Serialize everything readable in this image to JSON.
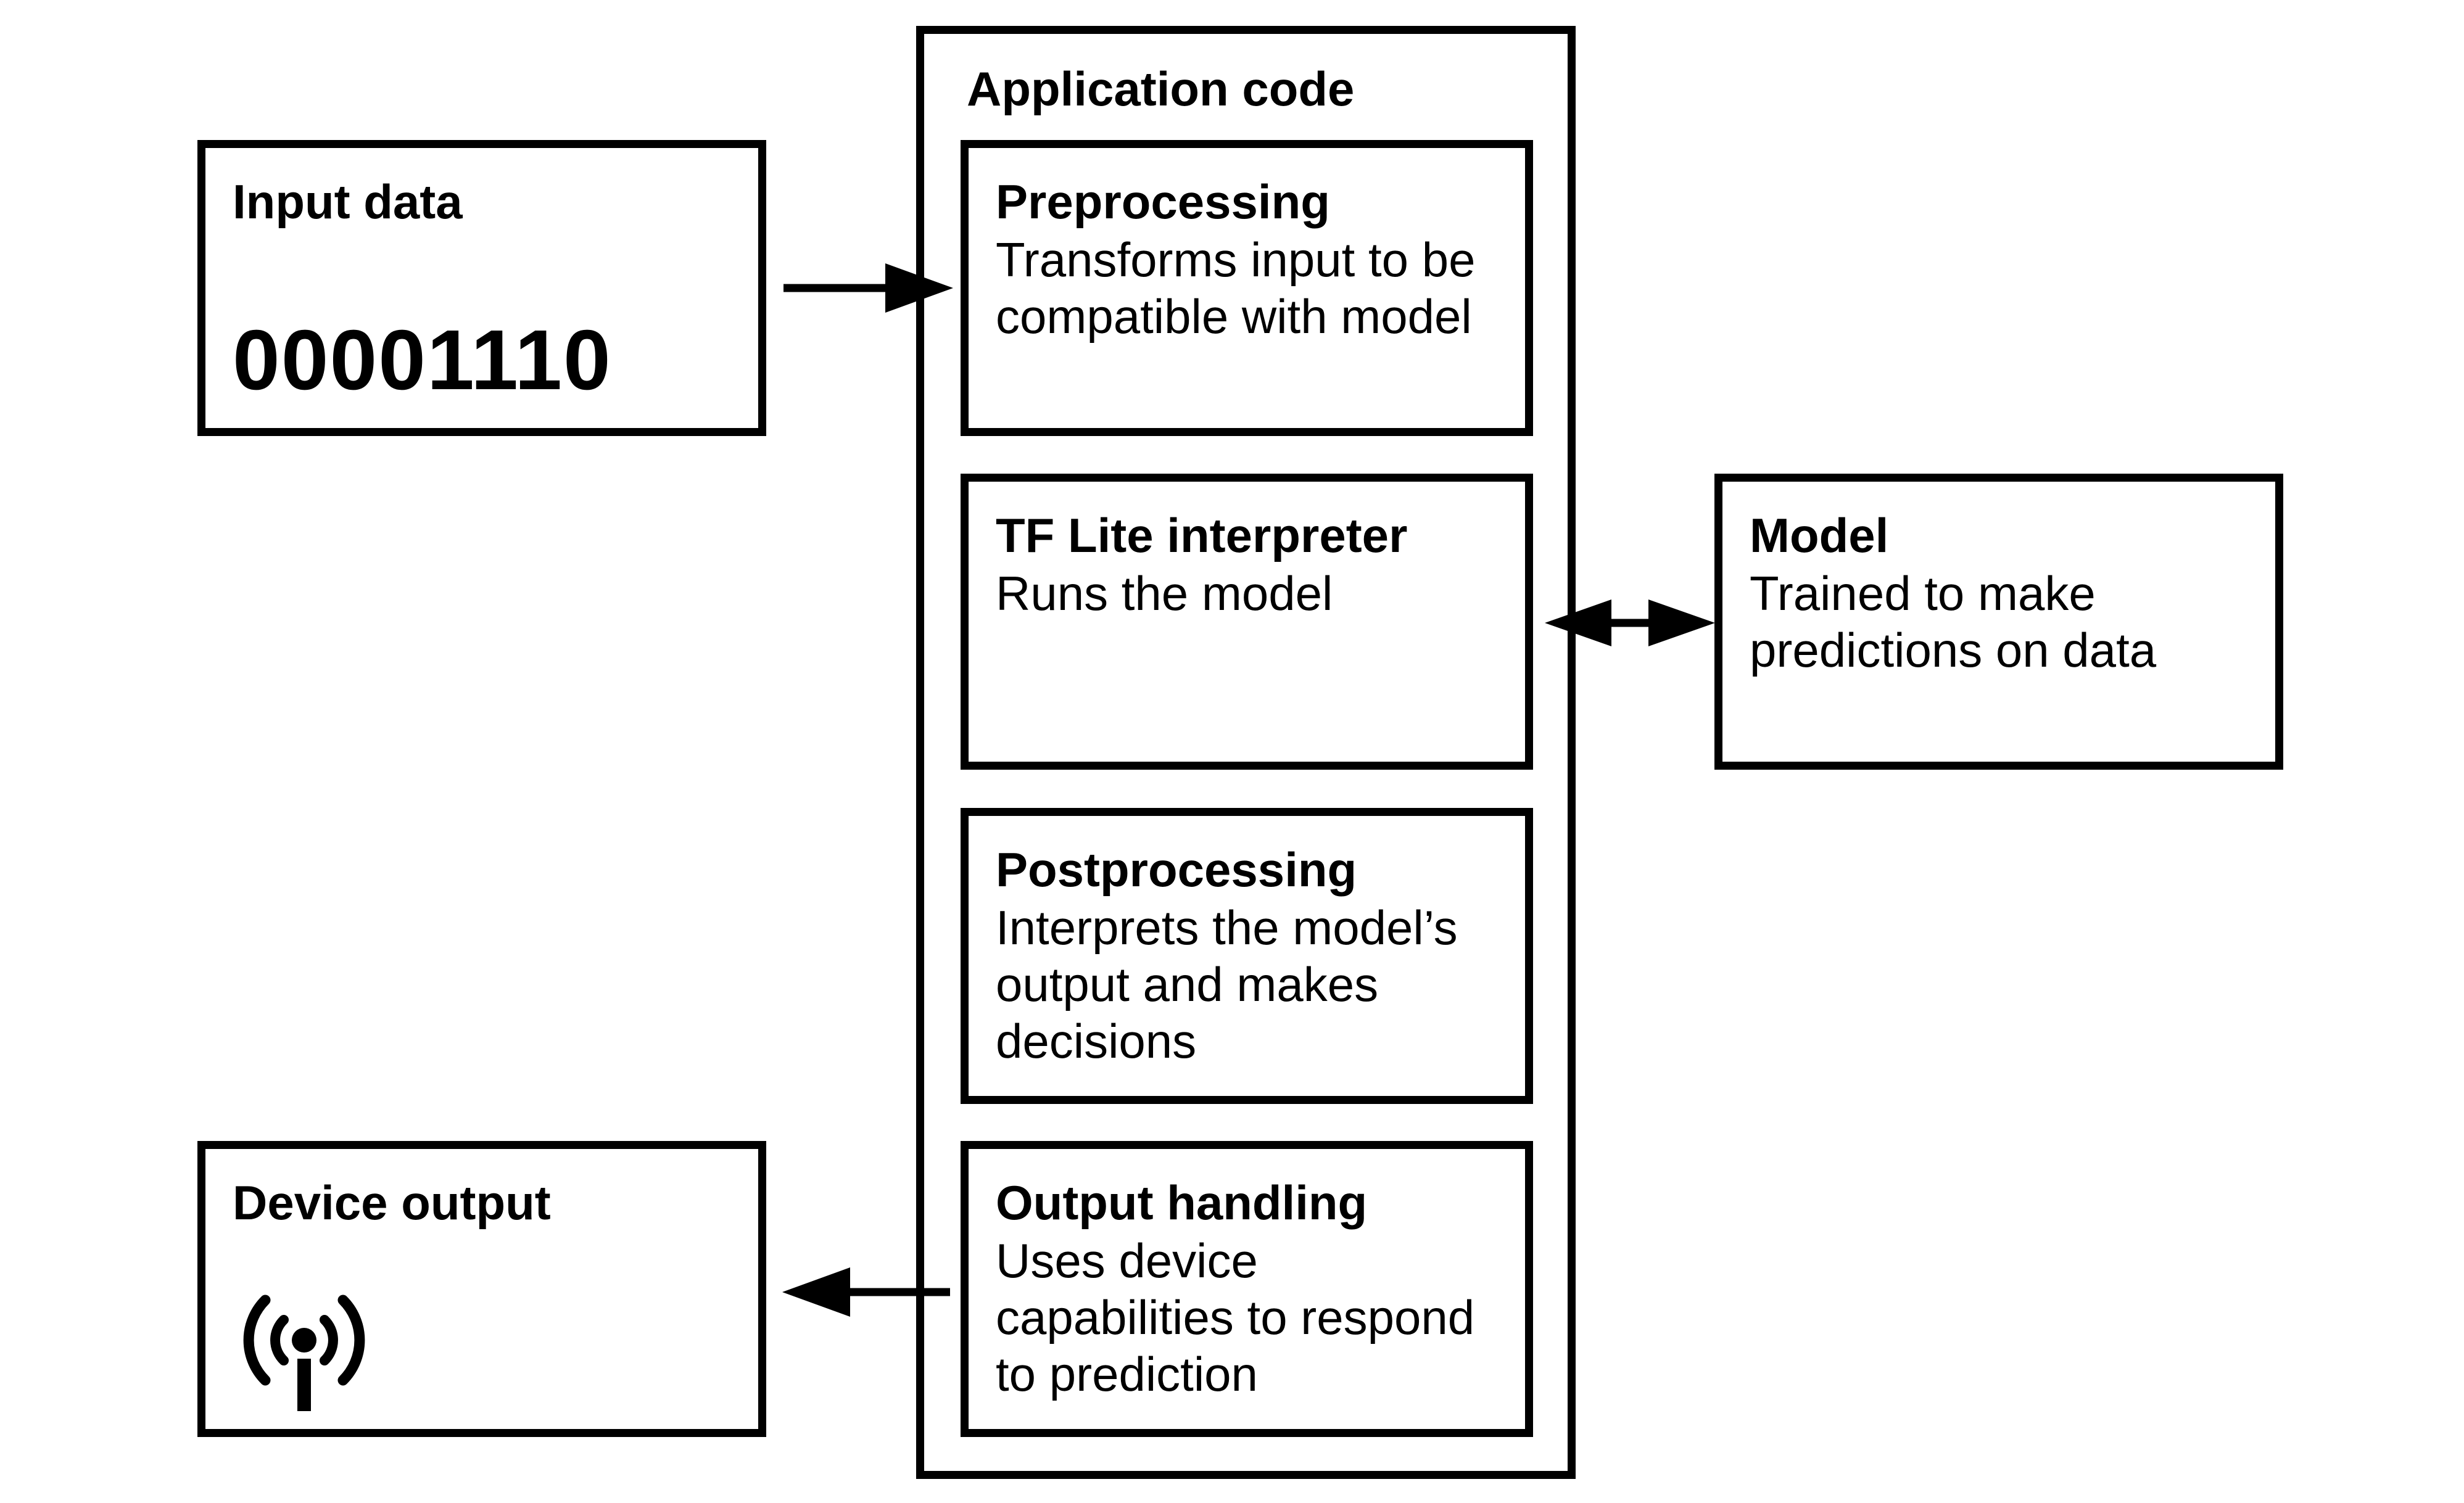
{
  "input_data": {
    "title": "Input data",
    "value": "00001110"
  },
  "application_code": {
    "title": "Application code",
    "stages": [
      {
        "title": "Preprocessing",
        "lines": [
          "Transforms input to be",
          "compatible with model"
        ]
      },
      {
        "title": "TF Lite interpreter",
        "lines": [
          "Runs the model"
        ]
      },
      {
        "title": "Postprocessing",
        "lines": [
          "Interprets the model’s",
          "output and makes",
          "decisions"
        ]
      },
      {
        "title": "Output handling",
        "lines": [
          "Uses device",
          "capabilities to respond",
          "to prediction"
        ]
      }
    ]
  },
  "model": {
    "title": "Model",
    "lines": [
      "Trained to make",
      "predictions on data"
    ]
  },
  "device_output": {
    "title": "Device output",
    "icon": "broadcast-antenna-icon"
  },
  "colors": {
    "stroke": "#000000",
    "background": "#ffffff"
  }
}
